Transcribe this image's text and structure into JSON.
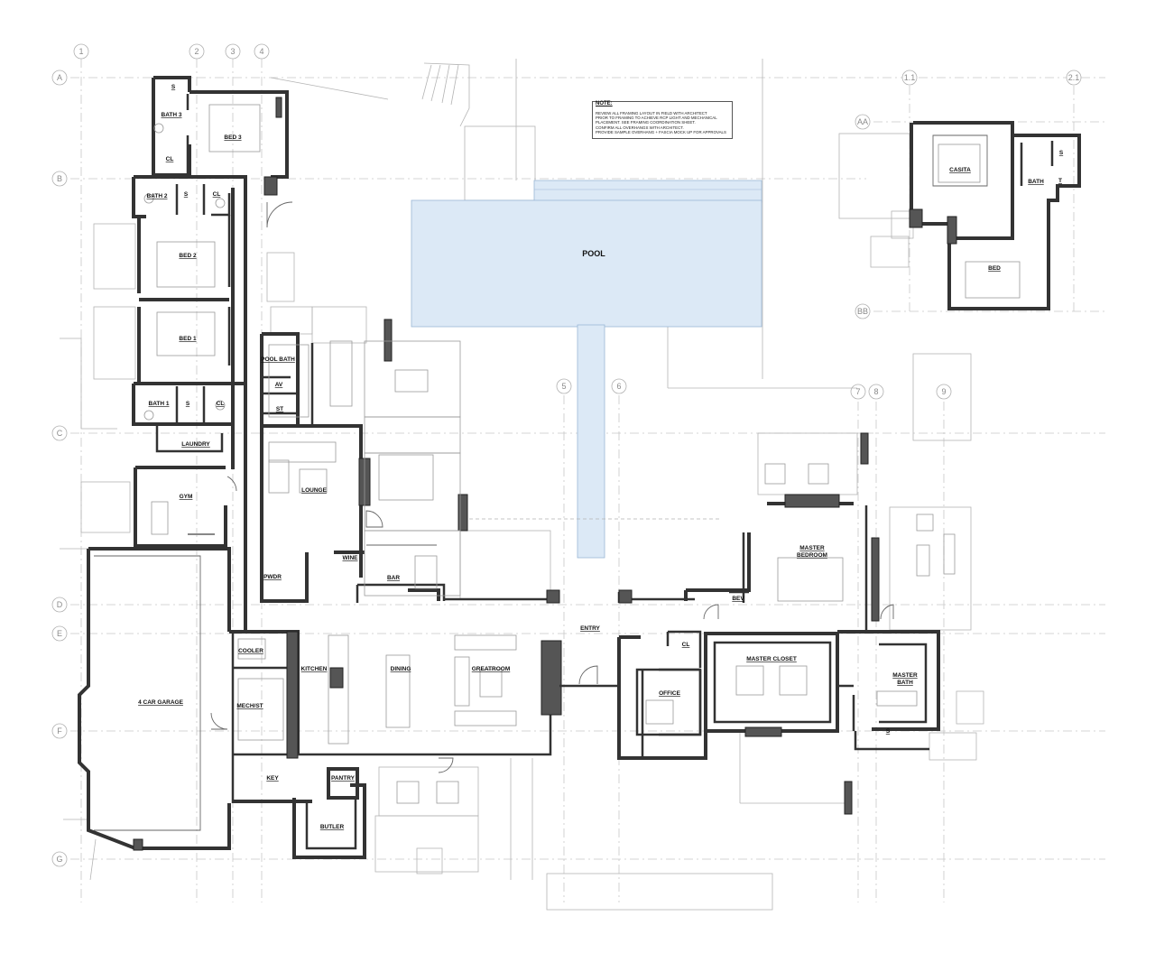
{
  "rooms": {
    "bath3": "BATH 3",
    "s_bath3": "S",
    "cl_bath3": "CL",
    "bed3": "BED 3",
    "bath2": "BATH 2",
    "s_bath2": "S",
    "cl_bath2": "CL",
    "bed2": "BED 2",
    "bed1": "BED 1",
    "bath1": "BATH 1",
    "s_bath1": "S",
    "cl_bath1": "CL",
    "laundry": "LAUNDRY",
    "gym": "GYM",
    "garage": "4 CAR GARAGE",
    "pool": "POOL",
    "pool_bath": "POOL BATH",
    "av": "AV",
    "st": "ST",
    "lounge": "LOUNGE",
    "wine": "WINE",
    "bar": "BAR",
    "pwdr": "PWDR",
    "cooler": "COOLER",
    "kitchen": "KITCHEN",
    "dining": "DINING",
    "greatroom": "GREATROOM",
    "mech": "MECH/ST",
    "key": "KEY",
    "pantry": "PANTRY",
    "butler": "BUTLER",
    "entry": "ENTRY",
    "cl_entry": "CL",
    "office": "OFFICE",
    "bev": "BEV",
    "master_bedroom_1": "MASTER",
    "master_bedroom_2": "BEDROOM",
    "master_closet": "MASTER CLOSET",
    "master_bath_1": "MASTER",
    "master_bath_2": "BATH",
    "s_master": "S",
    "casita": "CASITA",
    "casita_bath": "BATH",
    "s_casita": "S",
    "t_casita": "T",
    "casita_bed": "BED"
  },
  "grid": {
    "cols": [
      "1",
      "2",
      "3",
      "4",
      "5",
      "6",
      "7",
      "8",
      "9",
      "1.1",
      "2.1"
    ],
    "rows": [
      "A",
      "B",
      "C",
      "D",
      "E",
      "F",
      "G",
      "AA",
      "BB"
    ]
  },
  "note": {
    "title": "NOTE:",
    "lines": [
      "REVIEW ALL FRAMING LAYOUT IN FIELD WITH ARCHITECT",
      "PRIOR TO FRAMING TO ACHIEVE RCP LIGHT AND MECHANICAL",
      "PLACEMENT. SEE FRAMING COORDINATION SHEET.",
      "CONFIRM ALL OVERHANGS WITH ARCHITECT.",
      "PROVIDE SAMPLE OVERHANG + FASCIA MOCK UP FOR APPROVALS"
    ]
  },
  "colors": {
    "pool_fill": "#dce9f6",
    "pool_stroke": "#9ab7d6",
    "wall": "#333333",
    "grid": "#c8c8c8"
  }
}
